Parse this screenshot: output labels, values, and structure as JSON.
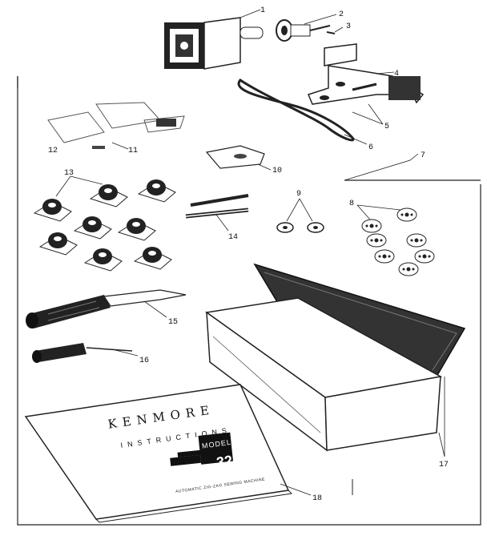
{
  "callouts": [
    "1",
    "2",
    "3",
    "4",
    "5",
    "6",
    "7",
    "8",
    "9",
    "10",
    "11",
    "12",
    "13",
    "14",
    "15",
    "16",
    "17",
    "18"
  ],
  "booklet": {
    "brand": "KENMORE",
    "subtitle": "INSTRUCTIONS",
    "model_label": "MODEL",
    "model_number": "32",
    "footer": "AUTOMATIC ZIG-ZAG SEWING MACHINE"
  },
  "icons": {
    "motor": "motor-icon",
    "belt": "drive-belt-icon",
    "bracket": "motor-bracket-icon",
    "cams": "cam-set-icon",
    "screwdriver": "screwdriver-icon",
    "bobbins": "bobbin-icon",
    "box": "accessory-box-icon",
    "manual": "instruction-book-icon"
  }
}
